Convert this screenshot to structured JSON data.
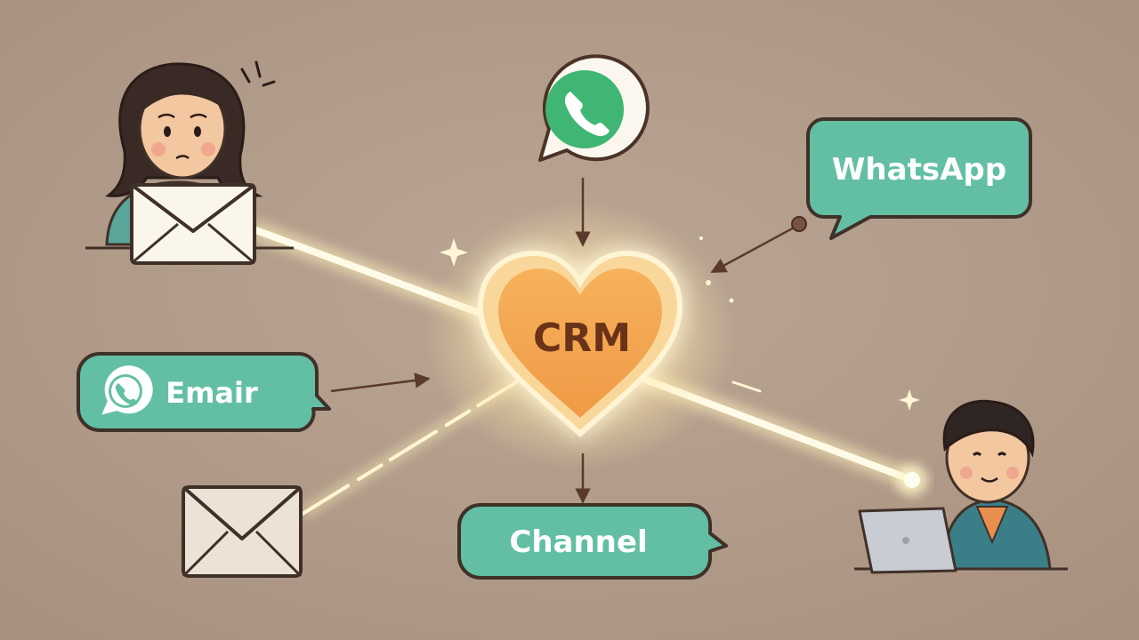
{
  "center": {
    "label": "CRM"
  },
  "bubbles": {
    "top_right": "WhatsApp",
    "left": "Emair",
    "bottom": "Channel"
  },
  "icons": {
    "top": "whatsapp-icon",
    "left_bubble": "whatsapp-icon",
    "top_left": "envelope-icon",
    "bottom_left": "envelope-icon",
    "center": "heart-icon"
  },
  "colors": {
    "background": "#b09a89",
    "bubble": "#63bfa3",
    "heart": "#f2a04e",
    "heart_text": "#6a3318",
    "whatsapp": "#3fb673",
    "glow": "#fff4c4",
    "arrow": "#5a3a2a"
  }
}
